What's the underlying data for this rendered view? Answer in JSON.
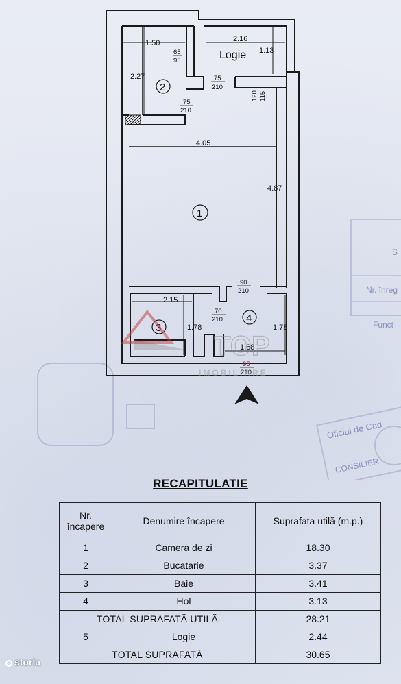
{
  "plan": {
    "room_labels": {
      "r1": "1",
      "r2": "2",
      "r3": "3",
      "r4": "4",
      "logie": "Logie"
    },
    "dimensions": {
      "d_1_50": "1.50",
      "d_2_16": "2.16",
      "d_1_13": "1.13",
      "d_2_27": "2.27",
      "d_4_05": "4.05",
      "d_4_87": "4.87",
      "d_2_15": "2.15",
      "d_1_78a": "1.78",
      "d_1_78b": "1.78",
      "d_1_68": "1.68"
    },
    "doors": {
      "d65": {
        "w": "65",
        "h": "95"
      },
      "d75a": {
        "w": "75",
        "h": "210"
      },
      "d75b": {
        "w": "75",
        "h": "210"
      },
      "d120": {
        "w": "120",
        "h": "115"
      },
      "d90": {
        "w": "90",
        "h": "210"
      },
      "d70": {
        "w": "70",
        "h": "210"
      },
      "d95": {
        "w": "95",
        "h": "210"
      }
    },
    "watermark": {
      "brand": "TOP",
      "sub": "IMOBILIARE"
    },
    "stamp_lines": [
      "Oficiul de Cad",
      "CONSILIER",
      "Nr. înreg",
      "Funct",
      "S"
    ]
  },
  "recap": {
    "title": "RECAPITULATIE",
    "headers": [
      "Nr. încapere",
      "Denumire încapere",
      "Suprafata utilă (m.p.)"
    ],
    "rows": [
      {
        "nr": "1",
        "name": "Camera de zi",
        "area": "18.30"
      },
      {
        "nr": "2",
        "name": "Bucatarie",
        "area": "3.37"
      },
      {
        "nr": "3",
        "name": "Baie",
        "area": "3.41"
      },
      {
        "nr": "4",
        "name": "Hol",
        "area": "3.13"
      }
    ],
    "total_util": {
      "label": "TOTAL SUPRAFATĂ UTILĂ",
      "area": "28.21"
    },
    "logie": {
      "nr": "5",
      "name": "Logie",
      "area": "2.44"
    },
    "total": {
      "label": "TOTAL SUPRAFATĂ",
      "area": "30.65"
    }
  },
  "branding": {
    "storia": "storia"
  }
}
